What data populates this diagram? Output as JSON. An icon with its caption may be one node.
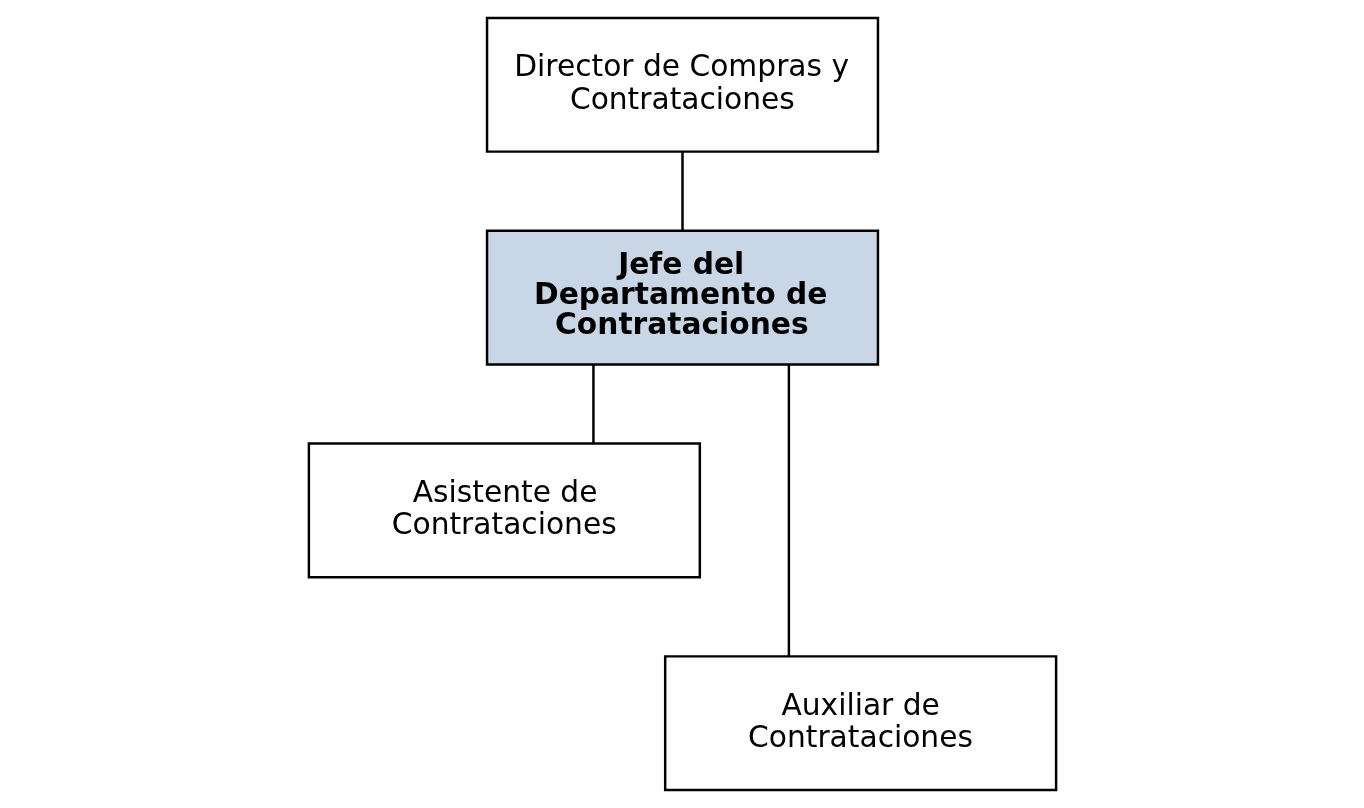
{
  "diagram": {
    "nodes": [
      {
        "text": [
          "Director de Compras y Contrataciones"
        ]
      },
      {
        "text": [
          "Jefe del Departamento de Contrataciones"
        ]
      },
      {
        "text": [
          "Asistente de Contrataciones"
        ]
      },
      {
        "text": [
          "Auxiliar de Contrataciones"
        ]
      }
    ],
    "edges": [
      {
        "from": 0,
        "to": 1,
        "arrow": "none"
      },
      {
        "from": 1,
        "to": 2,
        "arrow": "none"
      },
      {
        "from": 1,
        "to": 3,
        "arrow": "none"
      }
    ]
  }
}
